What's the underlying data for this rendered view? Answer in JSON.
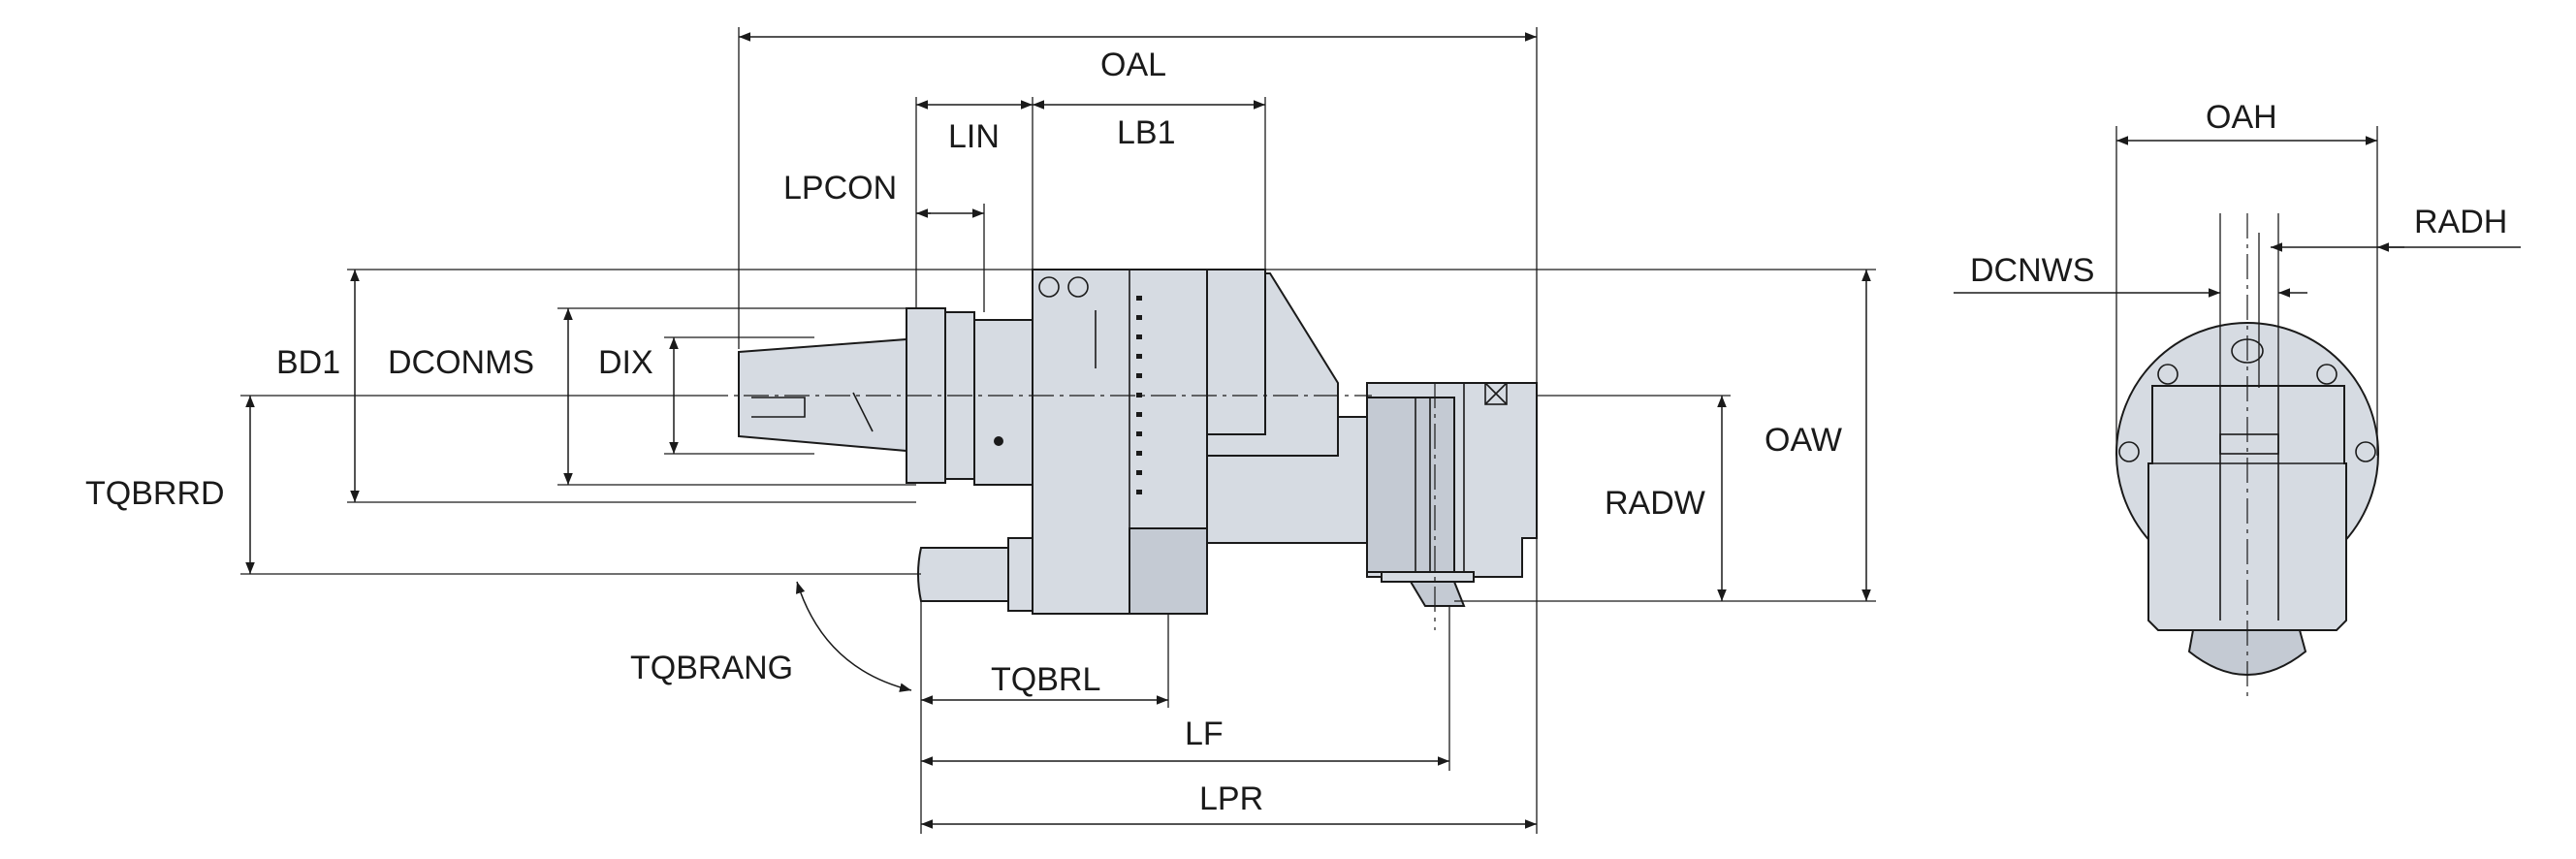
{
  "labels": {
    "oal": "OAL",
    "lin": "LIN",
    "lb1": "LB1",
    "lpcon": "LPCON",
    "bd1": "BD1",
    "dconms": "DCONMS",
    "dix": "DIX",
    "tqbrrd": "TQBRRD",
    "oaw": "OAW",
    "radw": "RADW",
    "tqbrang": "TQBRANG",
    "tqbrl": "TQBRL",
    "lf": "LF",
    "lpr": "LPR",
    "oah": "OAH",
    "radh": "RADH",
    "dcnws": "DCNWS"
  },
  "colors": {
    "body_fill": "#d6dbe2",
    "line": "#1a1a1a",
    "background": "#ffffff"
  }
}
